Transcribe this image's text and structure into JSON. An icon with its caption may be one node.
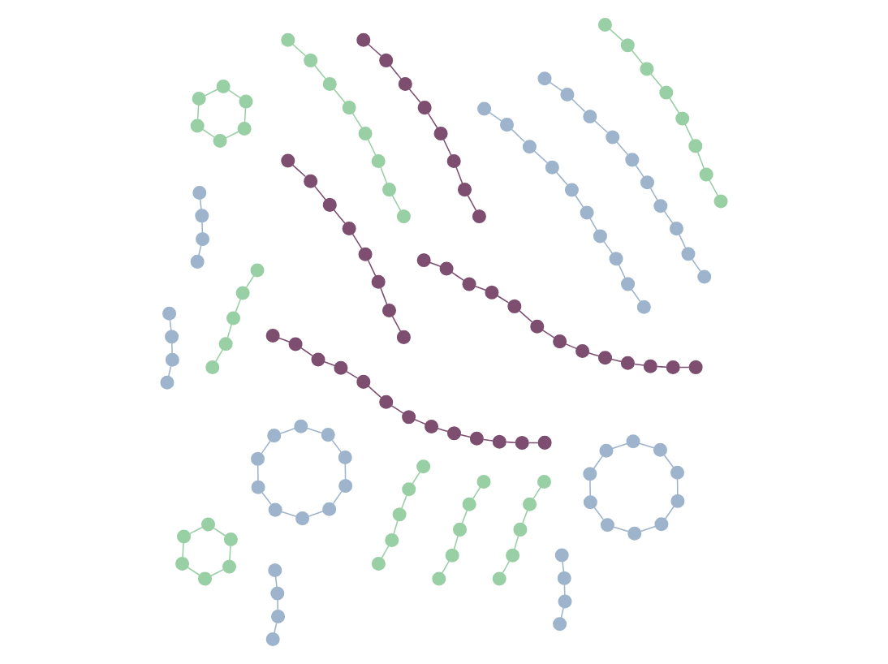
{
  "diagram": {
    "nodes": [
      {
        "text": [],
        "shape": "circle"
      },
      {
        "text": [],
        "shape": "circle"
      },
      {
        "text": [],
        "shape": "circle"
      },
      {
        "text": [],
        "shape": "circle"
      },
      {
        "text": [],
        "shape": "circle"
      },
      {
        "text": [],
        "shape": "circle"
      },
      {
        "text": [],
        "shape": "circle"
      },
      {
        "text": [],
        "shape": "circle"
      },
      {
        "text": [],
        "shape": "circle"
      },
      {
        "text": [],
        "shape": "circle"
      },
      {
        "text": [],
        "shape": "circle"
      },
      {
        "text": [],
        "shape": "circle"
      },
      {
        "text": [],
        "shape": "circle"
      },
      {
        "text": [],
        "shape": "circle"
      },
      {
        "text": [],
        "shape": "circle"
      },
      {
        "text": [],
        "shape": "circle"
      },
      {
        "text": [],
        "shape": "circle"
      },
      {
        "text": [],
        "shape": "circle"
      },
      {
        "text": [],
        "shape": "circle"
      },
      {
        "text": [],
        "shape": "circle"
      },
      {
        "text": [],
        "shape": "circle"
      },
      {
        "text": [],
        "shape": "circle"
      },
      {
        "text": [],
        "shape": "circle"
      },
      {
        "text": [],
        "shape": "circle"
      },
      {
        "text": [],
        "shape": "circle"
      },
      {
        "text": [],
        "shape": "circle"
      },
      {
        "text": [],
        "shape": "circle"
      },
      {
        "text": [],
        "shape": "circle"
      },
      {
        "text": [],
        "shape": "circle"
      },
      {
        "text": [],
        "shape": "circle"
      },
      {
        "text": [],
        "shape": "circle"
      },
      {
        "text": [],
        "shape": "circle"
      },
      {
        "text": [],
        "shape": "circle"
      },
      {
        "text": [],
        "shape": "circle"
      },
      {
        "text": [],
        "shape": "circle"
      },
      {
        "text": [],
        "shape": "circle"
      },
      {
        "text": [],
        "shape": "circle"
      },
      {
        "text": [],
        "shape": "circle"
      },
      {
        "text": [],
        "shape": "circle"
      },
      {
        "text": [],
        "shape": "circle"
      },
      {
        "text": [],
        "shape": "circle"
      },
      {
        "text": [],
        "shape": "circle"
      },
      {
        "text": [],
        "shape": "circle"
      },
      {
        "text": [],
        "shape": "circle"
      },
      {
        "text": [],
        "shape": "circle"
      },
      {
        "text": [],
        "shape": "circle"
      },
      {
        "text": [],
        "shape": "circle"
      },
      {
        "text": [],
        "shape": "circle"
      },
      {
        "text": [],
        "shape": "circle"
      },
      {
        "text": [],
        "shape": "circle"
      },
      {
        "text": [],
        "shape": "circle"
      },
      {
        "text": [],
        "shape": "circle"
      },
      {
        "text": [],
        "shape": "circle"
      },
      {
        "text": [],
        "shape": "circle"
      },
      {
        "text": [],
        "shape": "circle"
      },
      {
        "text": [],
        "shape": "circle"
      },
      {
        "text": [],
        "shape": "circle"
      },
      {
        "text": [],
        "shape": "circle"
      },
      {
        "text": [],
        "shape": "circle"
      },
      {
        "text": [],
        "shape": "circle"
      },
      {
        "text": [],
        "shape": "circle"
      },
      {
        "text": [],
        "shape": "circle"
      },
      {
        "text": [],
        "shape": "circle"
      },
      {
        "text": [],
        "shape": "circle"
      },
      {
        "text": [],
        "shape": "circle"
      },
      {
        "text": [],
        "shape": "circle"
      },
      {
        "text": [],
        "shape": "circle"
      },
      {
        "text": [],
        "shape": "circle"
      },
      {
        "text": [],
        "shape": "circle"
      },
      {
        "text": [],
        "shape": "circle"
      },
      {
        "text": [],
        "shape": "circle"
      },
      {
        "text": [],
        "shape": "circle"
      },
      {
        "text": [],
        "shape": "circle"
      },
      {
        "text": [],
        "shape": "circle"
      },
      {
        "text": [],
        "shape": "circle"
      },
      {
        "text": [],
        "shape": "circle"
      },
      {
        "text": [],
        "shape": "circle"
      },
      {
        "text": [],
        "shape": "circle"
      },
      {
        "text": [],
        "shape": "circle"
      },
      {
        "text": [],
        "shape": "circle"
      },
      {
        "text": [],
        "shape": "circle"
      },
      {
        "text": [],
        "shape": "circle"
      },
      {
        "text": [],
        "shape": "circle"
      },
      {
        "text": [],
        "shape": "circle"
      },
      {
        "text": [],
        "shape": "circle"
      },
      {
        "text": [],
        "shape": "circle"
      },
      {
        "text": [],
        "shape": "circle"
      },
      {
        "text": [],
        "shape": "circle"
      },
      {
        "text": [],
        "shape": "circle"
      },
      {
        "text": [],
        "shape": "circle"
      },
      {
        "text": [],
        "shape": "circle"
      },
      {
        "text": [],
        "shape": "circle"
      },
      {
        "text": [],
        "shape": "circle"
      },
      {
        "text": [],
        "shape": "circle"
      },
      {
        "text": [],
        "shape": "circle"
      },
      {
        "text": [],
        "shape": "circle"
      },
      {
        "text": [],
        "shape": "circle"
      },
      {
        "text": [],
        "shape": "circle"
      },
      {
        "text": [],
        "shape": "circle"
      },
      {
        "text": [],
        "shape": "circle"
      },
      {
        "text": [],
        "shape": "circle"
      },
      {
        "text": [],
        "shape": "circle"
      },
      {
        "text": [],
        "shape": "circle"
      },
      {
        "text": [],
        "shape": "circle"
      },
      {
        "text": [],
        "shape": "circle"
      },
      {
        "text": [],
        "shape": "circle"
      },
      {
        "text": [],
        "shape": "circle"
      },
      {
        "text": [],
        "shape": "circle"
      },
      {
        "text": [],
        "shape": "circle"
      },
      {
        "text": [],
        "shape": "circle"
      },
      {
        "text": [],
        "shape": "circle"
      },
      {
        "text": [],
        "shape": "circle"
      },
      {
        "text": [],
        "shape": "circle"
      },
      {
        "text": [],
        "shape": "circle"
      },
      {
        "text": [],
        "shape": "circle"
      },
      {
        "text": [],
        "shape": "circle"
      },
      {
        "text": [],
        "shape": "circle"
      },
      {
        "text": [],
        "shape": "circle"
      },
      {
        "text": [],
        "shape": "circle"
      },
      {
        "text": [],
        "shape": "circle"
      },
      {
        "text": [],
        "shape": "circle"
      },
      {
        "text": [],
        "shape": "circle"
      },
      {
        "text": [],
        "shape": "circle"
      },
      {
        "text": [],
        "shape": "circle"
      },
      {
        "text": [],
        "shape": "circle"
      },
      {
        "text": [],
        "shape": "circle"
      },
      {
        "text": [],
        "shape": "circle"
      },
      {
        "text": [],
        "shape": "circle"
      },
      {
        "text": [],
        "shape": "circle"
      },
      {
        "text": [],
        "shape": "circle"
      },
      {
        "text": [],
        "shape": "circle"
      },
      {
        "text": [],
        "shape": "circle"
      },
      {
        "text": [],
        "shape": "circle"
      },
      {
        "text": [],
        "shape": "circle"
      },
      {
        "text": [],
        "shape": "circle"
      },
      {
        "text": [],
        "shape": "circle"
      },
      {
        "text": [],
        "shape": "circle"
      },
      {
        "text": [],
        "shape": "circle"
      },
      {
        "text": [],
        "shape": "circle"
      },
      {
        "text": [],
        "shape": "circle"
      },
      {
        "text": [],
        "shape": "circle"
      },
      {
        "text": [],
        "shape": "circle"
      },
      {
        "text": [],
        "shape": "circle"
      },
      {
        "text": [],
        "shape": "circle"
      },
      {
        "text": [],
        "shape": "circle"
      },
      {
        "text": [],
        "shape": "circle"
      }
    ],
    "edges": [
      {
        "from": 0,
        "to": 1,
        "arrow": "none",
        "color": "#7d4e6f"
      },
      {
        "from": 1,
        "to": 2,
        "arrow": "none",
        "color": "#7d4e6f"
      },
      {
        "from": 2,
        "to": 3,
        "arrow": "none",
        "color": "#7d4e6f"
      },
      {
        "from": 3,
        "to": 4,
        "arrow": "none",
        "color": "#7d4e6f"
      },
      {
        "from": 4,
        "to": 5,
        "arrow": "none",
        "color": "#7d4e6f"
      },
      {
        "from": 5,
        "to": 6,
        "arrow": "none",
        "color": "#7d4e6f"
      },
      {
        "from": 6,
        "to": 7,
        "arrow": "none",
        "color": "#7d4e6f"
      },
      {
        "from": 7,
        "to": 8,
        "arrow": "none",
        "color": "#7d4e6f"
      },
      {
        "from": 8,
        "to": 9,
        "arrow": "none",
        "color": "#7d4e6f"
      },
      {
        "from": 9,
        "to": 10,
        "arrow": "none",
        "color": "#7d4e6f"
      },
      {
        "from": 10,
        "to": 11,
        "arrow": "none",
        "color": "#7d4e6f"
      },
      {
        "from": 11,
        "to": 12,
        "arrow": "none",
        "color": "#7d4e6f"
      },
      {
        "from": 13,
        "to": 14,
        "arrow": "none",
        "color": "#7d4e6f"
      },
      {
        "from": 14,
        "to": 15,
        "arrow": "none",
        "color": "#7d4e6f"
      },
      {
        "from": 15,
        "to": 16,
        "arrow": "none",
        "color": "#7d4e6f"
      },
      {
        "from": 16,
        "to": 17,
        "arrow": "none",
        "color": "#7d4e6f"
      },
      {
        "from": 17,
        "to": 18,
        "arrow": "none",
        "color": "#7d4e6f"
      },
      {
        "from": 18,
        "to": 19,
        "arrow": "none",
        "color": "#7d4e6f"
      },
      {
        "from": 19,
        "to": 20,
        "arrow": "none",
        "color": "#7d4e6f"
      },
      {
        "from": 20,
        "to": 21,
        "arrow": "none",
        "color": "#7d4e6f"
      },
      {
        "from": 21,
        "to": 22,
        "arrow": "none",
        "color": "#7d4e6f"
      },
      {
        "from": 22,
        "to": 23,
        "arrow": "none",
        "color": "#7d4e6f"
      },
      {
        "from": 23,
        "to": 24,
        "arrow": "none",
        "color": "#7d4e6f"
      },
      {
        "from": 24,
        "to": 25,
        "arrow": "none",
        "color": "#7d4e6f"
      },
      {
        "from": 26,
        "to": 27,
        "arrow": "none",
        "color": "#7d4e6f"
      },
      {
        "from": 27,
        "to": 28,
        "arrow": "none",
        "color": "#7d4e6f"
      },
      {
        "from": 28,
        "to": 29,
        "arrow": "none",
        "color": "#7d4e6f"
      },
      {
        "from": 29,
        "to": 30,
        "arrow": "none",
        "color": "#7d4e6f"
      },
      {
        "from": 30,
        "to": 31,
        "arrow": "none",
        "color": "#7d4e6f"
      },
      {
        "from": 31,
        "to": 32,
        "arrow": "none",
        "color": "#7d4e6f"
      },
      {
        "from": 32,
        "to": 33,
        "arrow": "none",
        "color": "#7d4e6f"
      },
      {
        "from": 34,
        "to": 35,
        "arrow": "none",
        "color": "#7d4e6f"
      },
      {
        "from": 35,
        "to": 36,
        "arrow": "none",
        "color": "#7d4e6f"
      },
      {
        "from": 36,
        "to": 37,
        "arrow": "none",
        "color": "#7d4e6f"
      },
      {
        "from": 37,
        "to": 38,
        "arrow": "none",
        "color": "#7d4e6f"
      },
      {
        "from": 38,
        "to": 39,
        "arrow": "none",
        "color": "#7d4e6f"
      },
      {
        "from": 39,
        "to": 40,
        "arrow": "none",
        "color": "#7d4e6f"
      },
      {
        "from": 40,
        "to": 41,
        "arrow": "none",
        "color": "#7d4e6f"
      },
      {
        "from": 42,
        "to": 43,
        "arrow": "none"
      },
      {
        "from": 43,
        "to": 44,
        "arrow": "none"
      },
      {
        "from": 44,
        "to": 45,
        "arrow": "none"
      },
      {
        "from": 45,
        "to": 46,
        "arrow": "none"
      },
      {
        "from": 46,
        "to": 47,
        "arrow": "none"
      },
      {
        "from": 47,
        "to": 48,
        "arrow": "none"
      },
      {
        "from": 48,
        "to": 49,
        "arrow": "none"
      },
      {
        "from": 49,
        "to": 50,
        "arrow": "none"
      },
      {
        "from": 50,
        "to": 51,
        "arrow": "none"
      },
      {
        "from": 52,
        "to": 53,
        "arrow": "none"
      },
      {
        "from": 53,
        "to": 54,
        "arrow": "none"
      },
      {
        "from": 54,
        "to": 55,
        "arrow": "none"
      },
      {
        "from": 55,
        "to": 56,
        "arrow": "none"
      },
      {
        "from": 56,
        "to": 57,
        "arrow": "none"
      },
      {
        "from": 57,
        "to": 58,
        "arrow": "none"
      },
      {
        "from": 58,
        "to": 59,
        "arrow": "none"
      },
      {
        "from": 59,
        "to": 60,
        "arrow": "none"
      },
      {
        "from": 60,
        "to": 61,
        "arrow": "none"
      },
      {
        "from": 62,
        "to": 63,
        "arrow": "none"
      },
      {
        "from": 63,
        "to": 64,
        "arrow": "none"
      },
      {
        "from": 64,
        "to": 65,
        "arrow": "none"
      },
      {
        "from": 66,
        "to": 67,
        "arrow": "none"
      },
      {
        "from": 67,
        "to": 68,
        "arrow": "none"
      },
      {
        "from": 68,
        "to": 69,
        "arrow": "none"
      },
      {
        "from": 70,
        "to": 71,
        "arrow": "none"
      },
      {
        "from": 71,
        "to": 72,
        "arrow": "none"
      },
      {
        "from": 72,
        "to": 73,
        "arrow": "none"
      },
      {
        "from": 74,
        "to": 75,
        "arrow": "none"
      },
      {
        "from": 75,
        "to": 76,
        "arrow": "none"
      },
      {
        "from": 76,
        "to": 77,
        "arrow": "none"
      },
      {
        "from": 78,
        "to": 79,
        "arrow": "none"
      },
      {
        "from": 79,
        "to": 80,
        "arrow": "none"
      },
      {
        "from": 80,
        "to": 81,
        "arrow": "none"
      },
      {
        "from": 81,
        "to": 82,
        "arrow": "none"
      },
      {
        "from": 82,
        "to": 83,
        "arrow": "none"
      },
      {
        "from": 83,
        "to": 84,
        "arrow": "none"
      },
      {
        "from": 84,
        "to": 85,
        "arrow": "none"
      },
      {
        "from": 85,
        "to": 86,
        "arrow": "none"
      },
      {
        "from": 86,
        "to": 87,
        "arrow": "none"
      },
      {
        "from": 87,
        "to": 78,
        "arrow": "none"
      },
      {
        "from": 88,
        "to": 89,
        "arrow": "none"
      },
      {
        "from": 89,
        "to": 90,
        "arrow": "none"
      },
      {
        "from": 90,
        "to": 91,
        "arrow": "none"
      },
      {
        "from": 91,
        "to": 92,
        "arrow": "none"
      },
      {
        "from": 92,
        "to": 93,
        "arrow": "none"
      },
      {
        "from": 93,
        "to": 94,
        "arrow": "none"
      },
      {
        "from": 94,
        "to": 95,
        "arrow": "none"
      },
      {
        "from": 95,
        "to": 96,
        "arrow": "none"
      },
      {
        "from": 96,
        "to": 97,
        "arrow": "none"
      },
      {
        "from": 97,
        "to": 88,
        "arrow": "none"
      },
      {
        "from": 98,
        "to": 99,
        "arrow": "none",
        "color": "#99cfa4"
      },
      {
        "from": 99,
        "to": 100,
        "arrow": "none",
        "color": "#99cfa4"
      },
      {
        "from": 100,
        "to": 101,
        "arrow": "none",
        "color": "#99cfa4"
      },
      {
        "from": 101,
        "to": 102,
        "arrow": "none",
        "color": "#99cfa4"
      },
      {
        "from": 103,
        "to": 104,
        "arrow": "none",
        "color": "#99cfa4"
      },
      {
        "from": 104,
        "to": 105,
        "arrow": "none",
        "color": "#99cfa4"
      },
      {
        "from": 105,
        "to": 106,
        "arrow": "none",
        "color": "#99cfa4"
      },
      {
        "from": 106,
        "to": 107,
        "arrow": "none",
        "color": "#99cfa4"
      },
      {
        "from": 108,
        "to": 109,
        "arrow": "none",
        "color": "#99cfa4"
      },
      {
        "from": 109,
        "to": 110,
        "arrow": "none",
        "color": "#99cfa4"
      },
      {
        "from": 110,
        "to": 111,
        "arrow": "none",
        "color": "#99cfa4"
      },
      {
        "from": 111,
        "to": 112,
        "arrow": "none",
        "color": "#99cfa4"
      },
      {
        "from": 113,
        "to": 114,
        "arrow": "none",
        "color": "#99cfa4"
      },
      {
        "from": 114,
        "to": 115,
        "arrow": "none",
        "color": "#99cfa4"
      },
      {
        "from": 115,
        "to": 116,
        "arrow": "none",
        "color": "#99cfa4"
      },
      {
        "from": 116,
        "to": 117,
        "arrow": "none",
        "color": "#99cfa4"
      },
      {
        "from": 118,
        "to": 119,
        "arrow": "none",
        "color": "#99cfa4"
      },
      {
        "from": 119,
        "to": 120,
        "arrow": "none",
        "color": "#99cfa4"
      },
      {
        "from": 120,
        "to": 121,
        "arrow": "none",
        "color": "#99cfa4"
      },
      {
        "from": 121,
        "to": 122,
        "arrow": "none",
        "color": "#99cfa4"
      },
      {
        "from": 122,
        "to": 123,
        "arrow": "none",
        "color": "#99cfa4"
      },
      {
        "from": 123,
        "to": 124,
        "arrow": "none",
        "color": "#99cfa4"
      },
      {
        "from": 124,
        "to": 125,
        "arrow": "none",
        "color": "#99cfa4"
      },
      {
        "from": 126,
        "to": 127,
        "arrow": "none",
        "color": "#99cfa4"
      },
      {
        "from": 127,
        "to": 128,
        "arrow": "none",
        "color": "#99cfa4"
      },
      {
        "from": 128,
        "to": 129,
        "arrow": "none",
        "color": "#99cfa4"
      },
      {
        "from": 129,
        "to": 130,
        "arrow": "none",
        "color": "#99cfa4"
      },
      {
        "from": 130,
        "to": 131,
        "arrow": "none",
        "color": "#99cfa4"
      },
      {
        "from": 131,
        "to": 132,
        "arrow": "none",
        "color": "#99cfa4"
      },
      {
        "from": 132,
        "to": 133,
        "arrow": "none",
        "color": "#99cfa4"
      },
      {
        "from": 134,
        "to": 135,
        "arrow": "none",
        "color": "#99cfa4"
      },
      {
        "from": 135,
        "to": 136,
        "arrow": "none",
        "color": "#99cfa4"
      },
      {
        "from": 136,
        "to": 137,
        "arrow": "none",
        "color": "#99cfa4"
      },
      {
        "from": 137,
        "to": 138,
        "arrow": "none",
        "color": "#99cfa4"
      },
      {
        "from": 138,
        "to": 139,
        "arrow": "none",
        "color": "#99cfa4"
      },
      {
        "from": 139,
        "to": 134,
        "arrow": "none",
        "color": "#99cfa4"
      },
      {
        "from": 140,
        "to": 141,
        "arrow": "none",
        "color": "#99cfa4"
      },
      {
        "from": 141,
        "to": 142,
        "arrow": "none",
        "color": "#99cfa4"
      },
      {
        "from": 142,
        "to": 143,
        "arrow": "none",
        "color": "#99cfa4"
      },
      {
        "from": 143,
        "to": 144,
        "arrow": "none",
        "color": "#99cfa4"
      },
      {
        "from": 144,
        "to": 145,
        "arrow": "none",
        "color": "#99cfa4"
      },
      {
        "from": 145,
        "to": 140,
        "arrow": "none",
        "color": "#99cfa4"
      }
    ]
  }
}
